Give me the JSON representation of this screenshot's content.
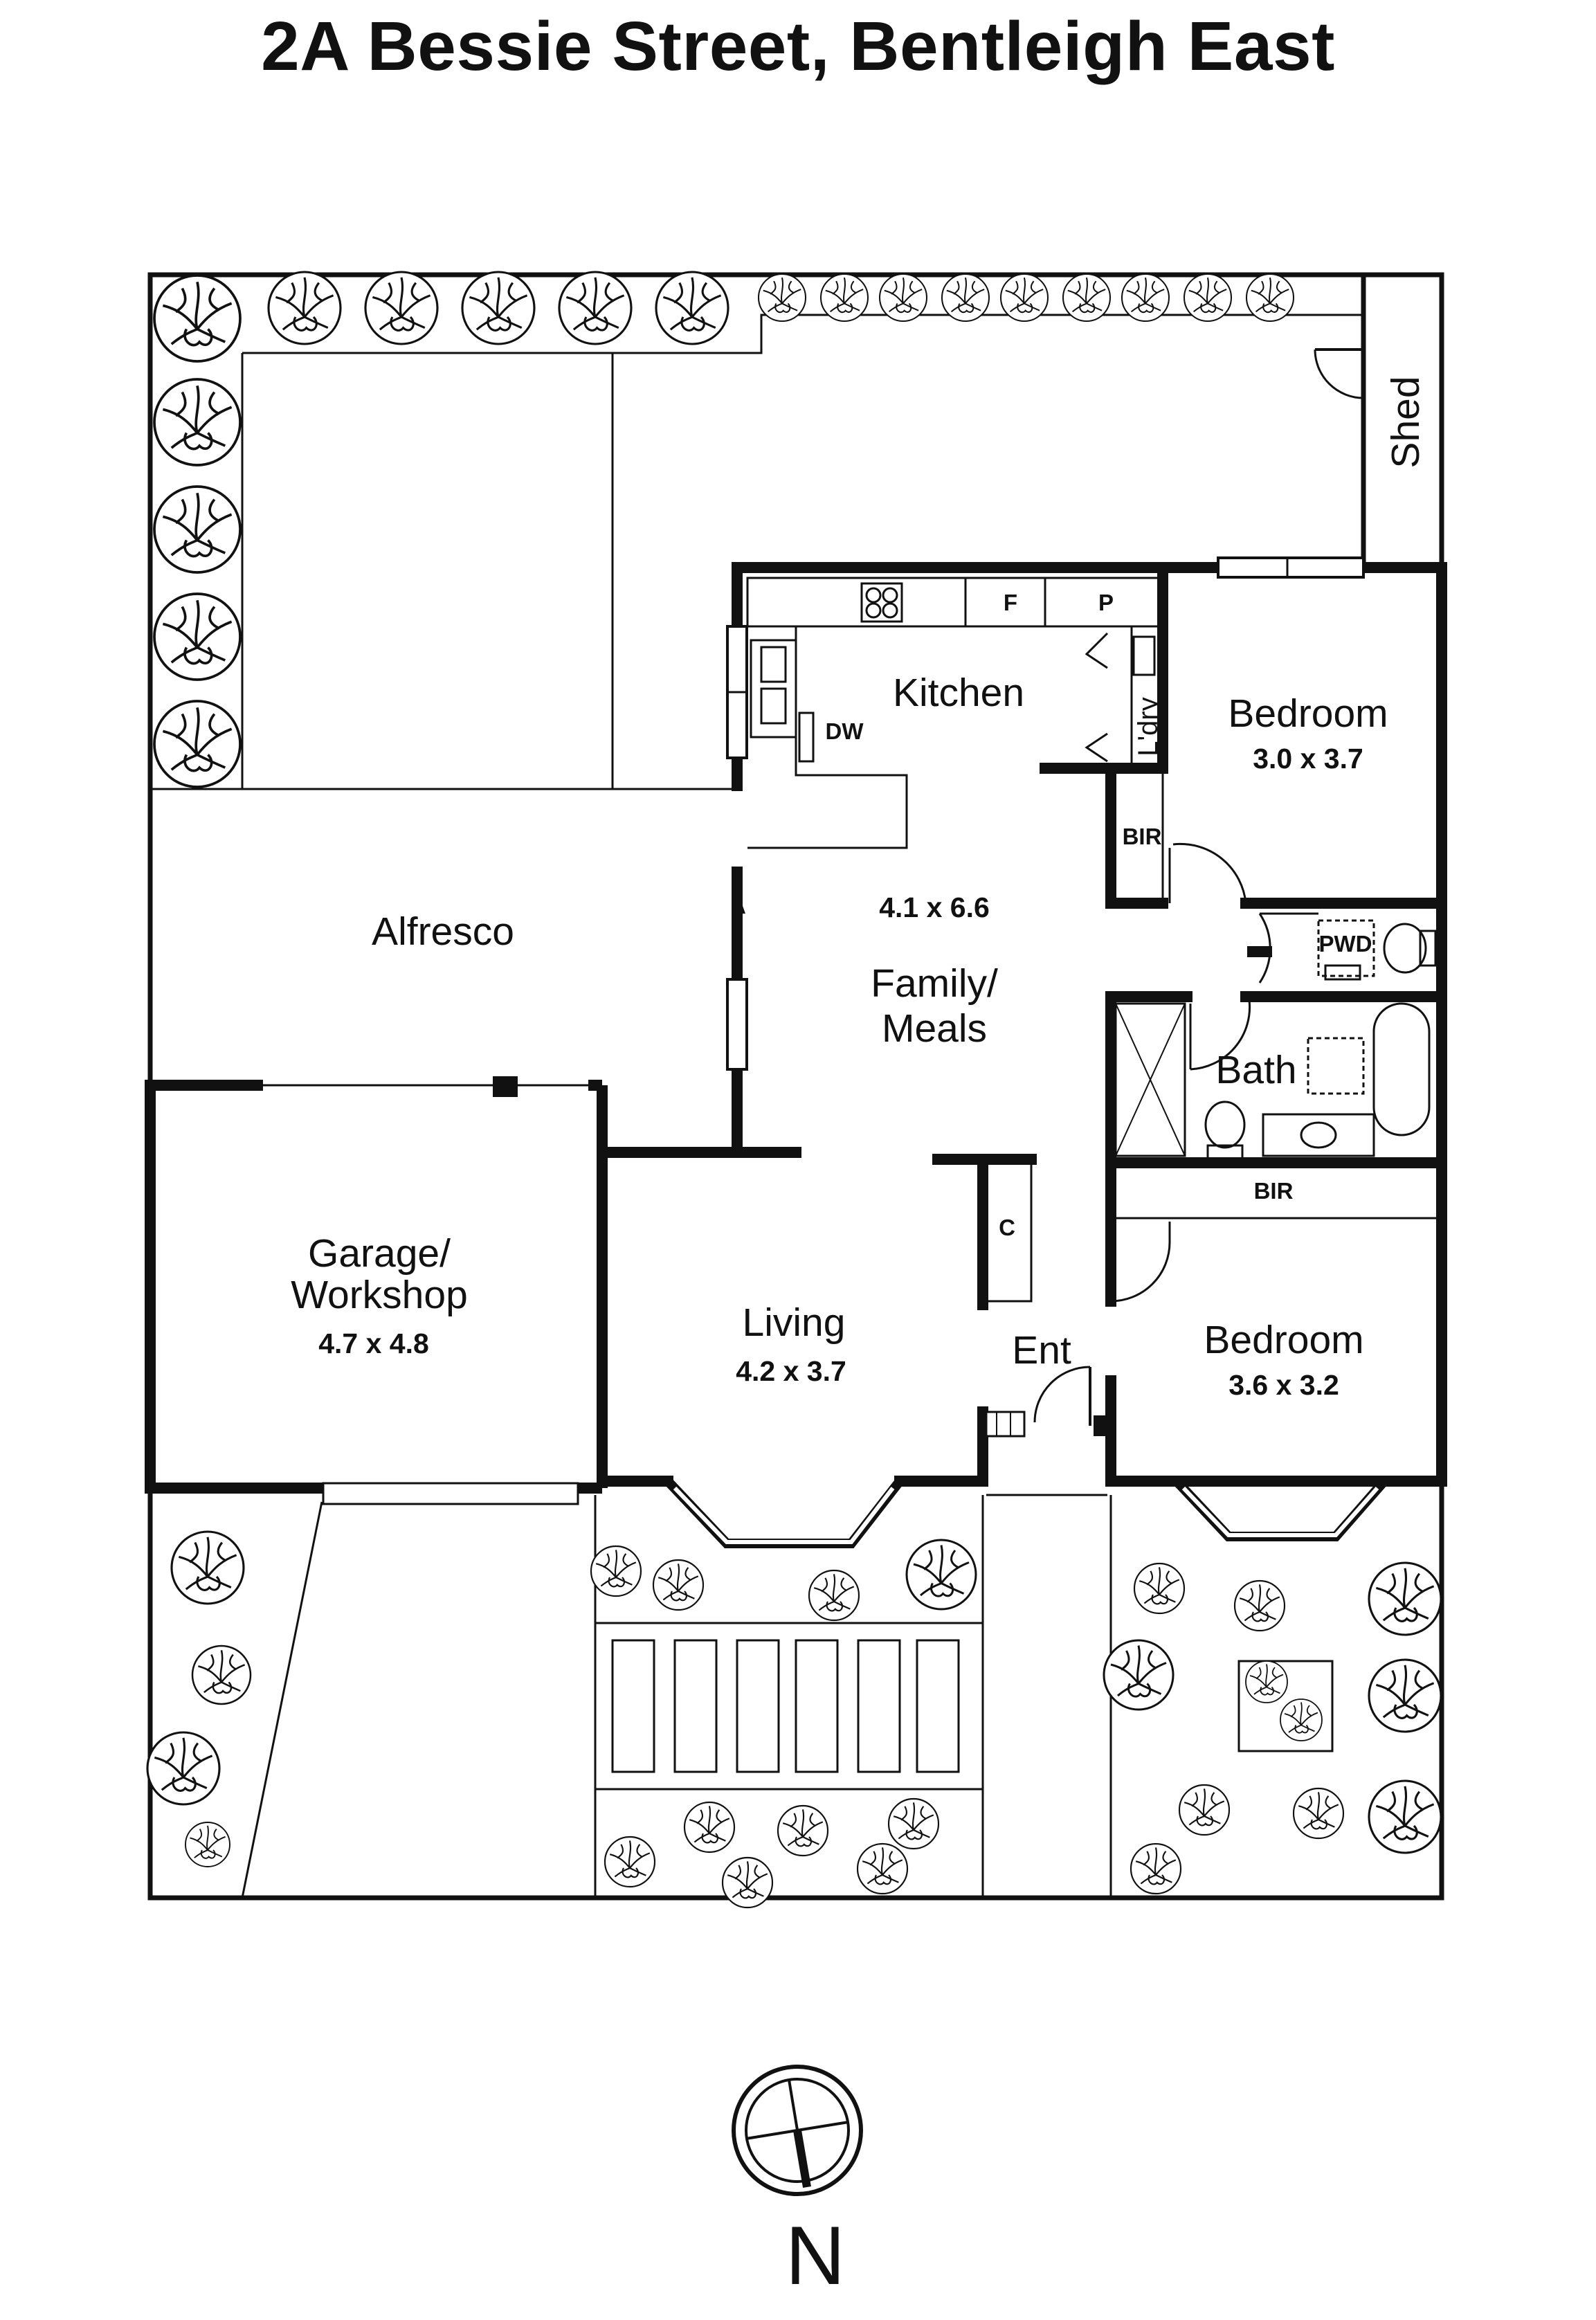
{
  "title": "2A Bessie Street, Bentleigh East",
  "rooms": {
    "kitchen": "Kitchen",
    "fridge": "F",
    "pantry": "P",
    "dishwasher": "DW",
    "laundry": "L'dry",
    "bedroom1": "Bedroom",
    "bedroom1_dim": "3.0 x 3.7",
    "bir1": "BIR",
    "family": "Family/",
    "meals": "Meals",
    "family_dim": "4.1 x 6.6",
    "alfresco": "Alfresco",
    "pwd": "PWD",
    "bath": "Bath",
    "bir2": "BIR",
    "garage": "Garage/",
    "workshop": "Workshop",
    "garage_dim": "4.7 x 4.8",
    "living": "Living",
    "living_dim": "4.2 x 3.7",
    "cupboard": "C",
    "entry": "Ent",
    "bedroom2": "Bedroom",
    "bedroom2_dim": "3.6 x 3.2",
    "shed": "Shed"
  },
  "compass": {
    "label": "N"
  }
}
